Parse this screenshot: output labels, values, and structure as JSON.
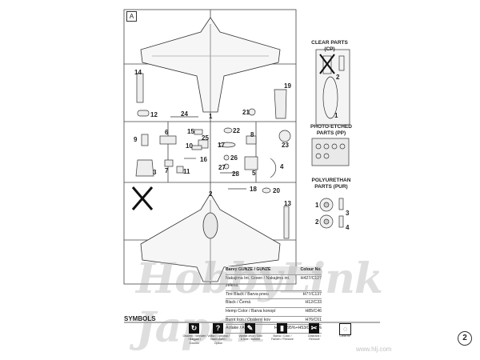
{
  "sprue": {
    "frame_letter": "A",
    "part_numbers": [
      "1",
      "2",
      "3",
      "4",
      "5",
      "6",
      "7",
      "8",
      "9",
      "10",
      "11",
      "12",
      "13",
      "14",
      "15",
      "16",
      "17",
      "18",
      "19",
      "20",
      "21",
      "22",
      "23",
      "24",
      "25",
      "26",
      "27",
      "28"
    ]
  },
  "sections": {
    "clear_parts": "CLEAR PARTS (CP)",
    "photo_etched": "PHOTO-ETCHED PARTS (PP)",
    "polyurethan": "POLYURETHAN PARTS (PUR)",
    "clear_part_numbers": [
      "1",
      "2"
    ],
    "pur_part_numbers": [
      "1",
      "2",
      "3",
      "4"
    ]
  },
  "paints": {
    "header": [
      "Barvy GUNZE / GUNZE",
      "Colour No."
    ],
    "rows": [
      [
        "Nakajima Int. Green / Nakajima int. zelená",
        "H427/C127"
      ],
      [
        "Tire Black / Barva pneu",
        "H77/C137"
      ],
      [
        "Black / Černá",
        "H12/C33"
      ],
      [
        "Hemp Color / Barva konopí",
        "H85/C46"
      ],
      [
        "Burnt Iron / Opálený kov",
        "H76/C61"
      ],
      [
        "Aotake / Aotake",
        "H8/C8 95%+H53/C50 5%"
      ]
    ]
  },
  "symbols": {
    "title": "SYMBOLS",
    "items": [
      {
        "icon": "flip-icon",
        "glyph": "↻",
        "caption": "Otočení / Wenden / Bargain / Counter"
      },
      {
        "icon": "optional-icon",
        "glyph": "?",
        "caption": "Volba / Optional / Nach Wahl / Option"
      },
      {
        "icon": "glue-icon",
        "glyph": "✎",
        "caption": "Vyvrtat otvor / Drill a hole / Bohren"
      },
      {
        "icon": "paint-icon",
        "glyph": "▮",
        "caption": "Barva / Color / Farben / Peinture"
      },
      {
        "icon": "remove-icon",
        "glyph": "✂",
        "caption": "Odstranit / Remove"
      },
      {
        "icon": "clear-icon",
        "glyph": "◌",
        "caption": "Clear fix"
      }
    ]
  },
  "watermark": {
    "text": "HobbyLink Japan",
    "url": "www.hlj.com"
  },
  "page_number": "2"
}
